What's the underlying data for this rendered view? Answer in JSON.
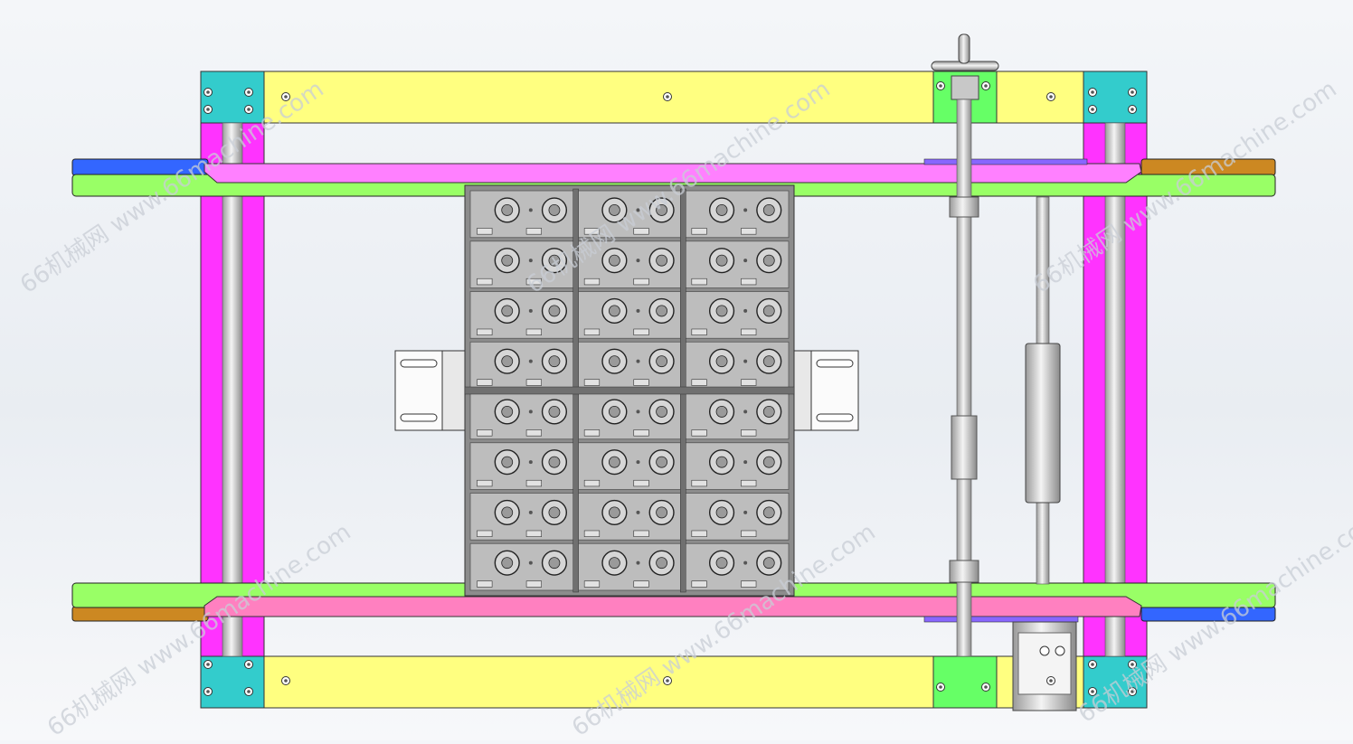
{
  "drawing": {
    "colors": {
      "background": "#eef1f5",
      "frame_beam": "#ffff80",
      "frame_post": "#ff33ff",
      "corner_block": "#33cccc",
      "guide_rail": "#99ff66",
      "conveyor_belt": "#ff80ff",
      "conveyor_belt_lower": "#ff80c0",
      "belt_end_blue": "#3366ff",
      "belt_end_orange": "#cc8822",
      "motor_plate": "#66ff66",
      "tray_module": "#b8b8b8",
      "tray_dark": "#707070",
      "shaft": "#d8d8d8"
    },
    "tray_grid": {
      "columns": 3,
      "rows": 8
    }
  },
  "watermarks": [
    {
      "text": "66机械网 www.66machine.com"
    },
    {
      "text": "66机械网 www.66machine.com"
    },
    {
      "text": "66机械网 www.66machine.com"
    },
    {
      "text": "66机械网 www.66machine.com"
    },
    {
      "text": "66机械网 www.66machine.com"
    },
    {
      "text": "66机械网 www.66machine.com"
    }
  ]
}
